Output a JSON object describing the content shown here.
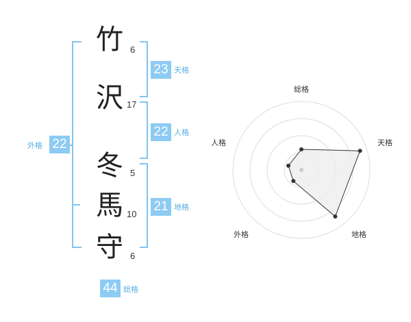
{
  "name_chars": [
    {
      "char": "竹",
      "strokes": "6"
    },
    {
      "char": "沢",
      "strokes": "17"
    },
    {
      "char": "冬",
      "strokes": "5"
    },
    {
      "char": "馬",
      "strokes": "10"
    },
    {
      "char": "守",
      "strokes": "6"
    }
  ],
  "kaku": {
    "tenkaku": {
      "value": "23",
      "label": "天格"
    },
    "jinkaku": {
      "value": "22",
      "label": "人格"
    },
    "chikaku": {
      "value": "21",
      "label": "地格"
    },
    "gaikaku": {
      "value": "22",
      "label": "外格"
    },
    "soukaku": {
      "value": "44",
      "label": "総格"
    }
  },
  "radar": {
    "axes": [
      "総格",
      "天格",
      "地格",
      "外格",
      "人格"
    ],
    "levels": 4,
    "values": [
      1.5,
      4.5,
      4.2,
      1.0,
      1.0
    ],
    "max": 5,
    "colors": {
      "fill": "#eeeeee",
      "stroke": "#333333",
      "grid": "#dddddd",
      "center": "#cccccc"
    }
  },
  "colors": {
    "accent": "#8dcbf3",
    "bracket": "#7fc4f0",
    "label": "#5aaee6"
  }
}
